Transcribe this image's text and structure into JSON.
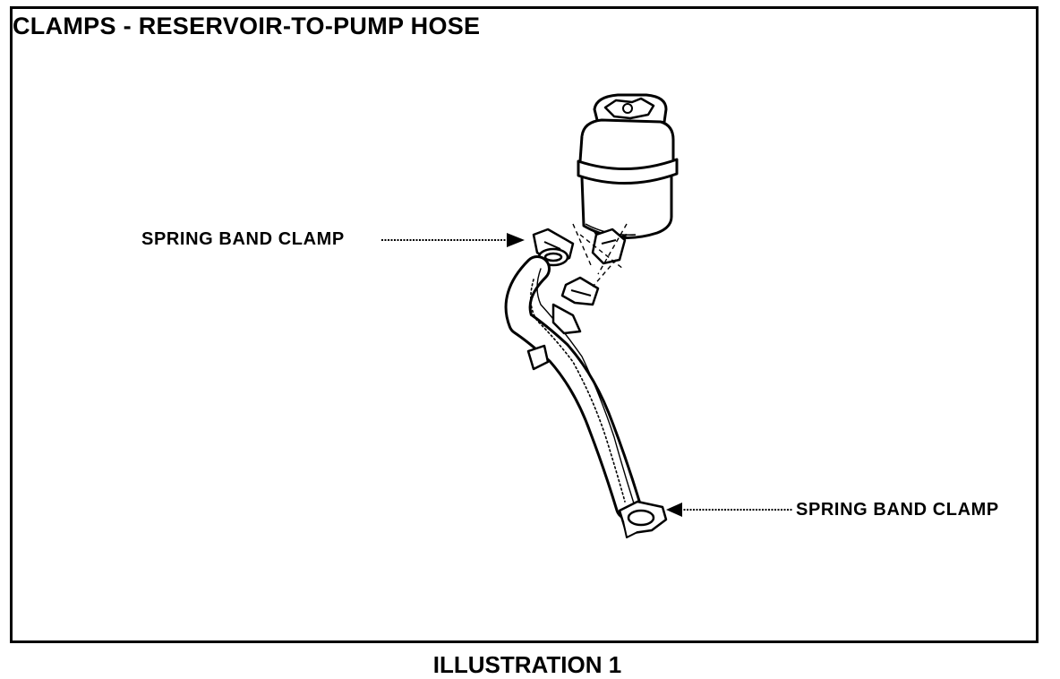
{
  "diagram": {
    "title": "CLAMPS - RESERVOIR-TO-PUMP HOSE",
    "callouts": [
      {
        "label": "SPRING BAND CLAMP"
      },
      {
        "label": "SPRING BAND CLAMP"
      }
    ],
    "caption": "ILLUSTRATION 1"
  }
}
